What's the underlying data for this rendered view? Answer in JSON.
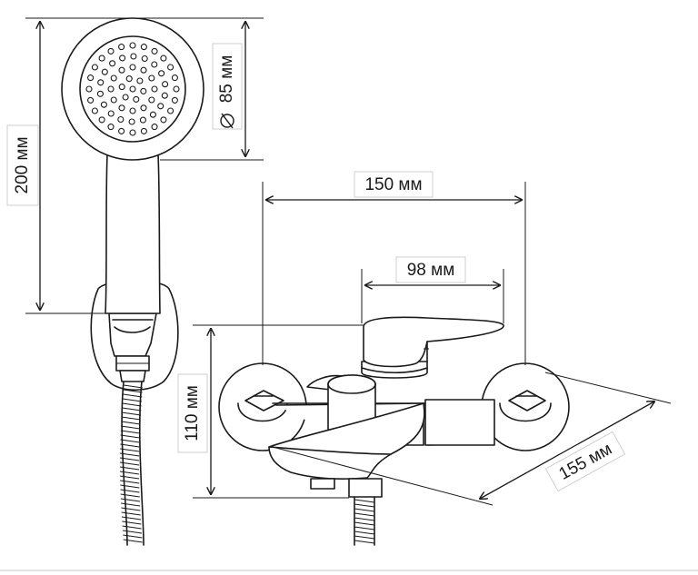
{
  "dimensions": {
    "height_200": "200 мм",
    "diameter_85": "85 мм",
    "width_150": "150 мм",
    "width_98": "98 мм",
    "height_110": "110 мм",
    "depth_155": "155 мм"
  },
  "colors": {
    "line": "#1a1a1a",
    "background": "#ffffff",
    "label_border": "#cfcfcf"
  }
}
